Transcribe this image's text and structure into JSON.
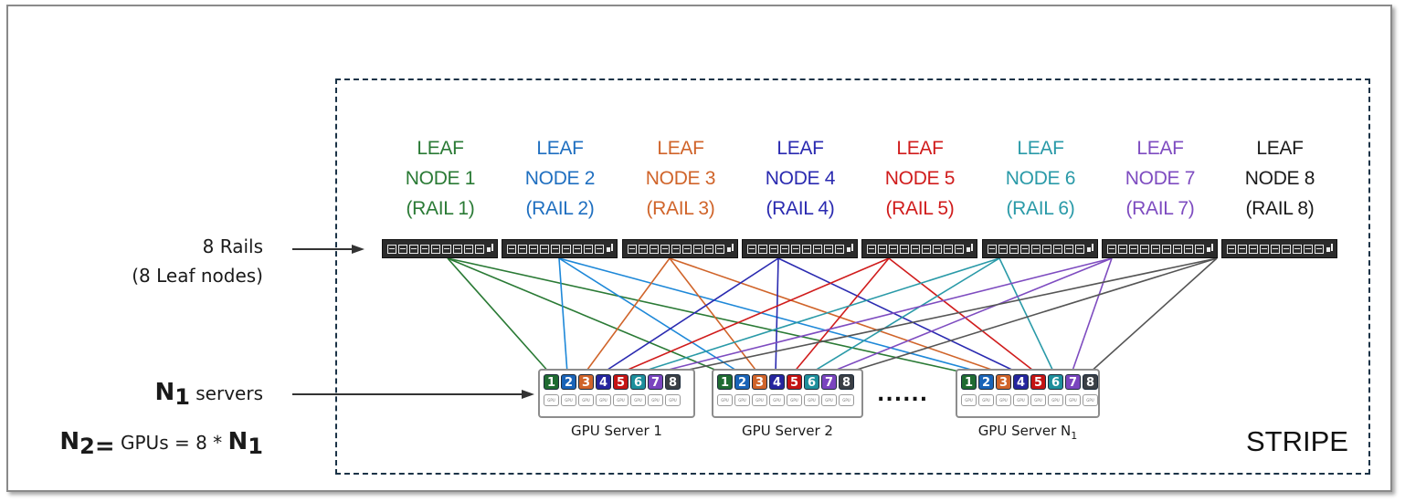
{
  "diagram": {
    "stripe_label": "STRIPE",
    "annotations": {
      "rails_line1": "8 Rails",
      "rails_line2": "(8 Leaf nodes)",
      "servers_symbol": "N",
      "servers_sub": "1",
      "servers_text": "servers",
      "gpus_symbol": "N",
      "gpus_sub": "2",
      "gpus_eq": "=",
      "gpus_text": "GPUs = 8 *",
      "gpus_n": "N",
      "gpus_n_sub": "1"
    },
    "leaf_nodes": [
      {
        "line1": "LEAF",
        "line2": "NODE 1",
        "line3": "(RAIL 1)",
        "color": "#2a7a35"
      },
      {
        "line1": "LEAF",
        "line2": "NODE 2",
        "line3": "(RAIL 2)",
        "color": "#1f6fc0"
      },
      {
        "line1": "LEAF",
        "line2": "NODE 3",
        "line3": "(RAIL 3)",
        "color": "#d0642a"
      },
      {
        "line1": "LEAF",
        "line2": "NODE 4",
        "line3": "(RAIL 4)",
        "color": "#2a2ab0"
      },
      {
        "line1": "LEAF",
        "line2": "NODE 5",
        "line3": "(RAIL 5)",
        "color": "#d01c1c"
      },
      {
        "line1": "LEAF",
        "line2": "NODE 6",
        "line3": "(RAIL 6)",
        "color": "#2a9aa8"
      },
      {
        "line1": "LEAF",
        "line2": "NODE 7",
        "line3": "(RAIL 7)",
        "color": "#7e4cc0"
      },
      {
        "line1": "LEAF",
        "line2": "NODE 8",
        "line3": "(RAIL 8)",
        "color": "#1a1a1a"
      }
    ],
    "nic_colors": [
      "#1f6b32",
      "#1a64b8",
      "#d0642a",
      "#25259e",
      "#c41414",
      "#1d8f9c",
      "#7a45bf",
      "#3a3f45"
    ],
    "wire_colors": [
      "#2a7a35",
      "#1e88d8",
      "#d0642a",
      "#2a2ab0",
      "#d01c1c",
      "#2a9aa8",
      "#7e4cc0",
      "#555555"
    ],
    "nic_labels": [
      "1",
      "2",
      "3",
      "4",
      "5",
      "6",
      "7",
      "8"
    ],
    "gpu_label": "GPU",
    "ellipsis": "......",
    "servers": [
      {
        "name": "GPU Server 1",
        "sub": ""
      },
      {
        "name": "GPU Server 2",
        "sub": ""
      },
      {
        "name": "GPU Server N",
        "sub": "1"
      }
    ]
  }
}
